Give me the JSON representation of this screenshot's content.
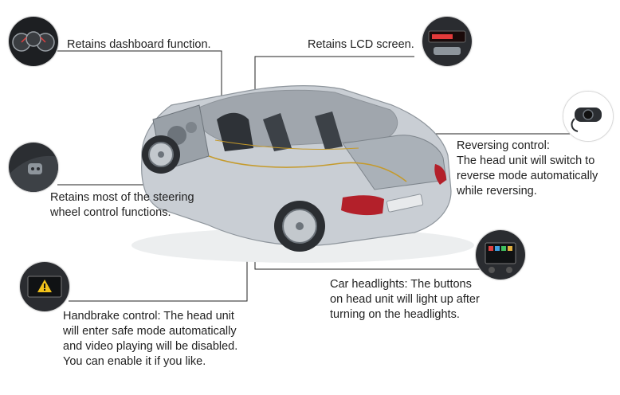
{
  "annotations": {
    "dashboard": {
      "text": "Retains dashboard function.",
      "icon": "dashboard-gauges-icon"
    },
    "lcd": {
      "text": "Retains LCD screen.",
      "icon": "lcd-screen-icon"
    },
    "reversing": {
      "text": "Reversing control:\nThe head unit will switch to\nreverse mode automatically\nwhile reversing.",
      "icon": "reversing-camera-icon"
    },
    "steering": {
      "text": "Retains most of the steering\nwheel control functions.",
      "icon": "steering-wheel-buttons-icon"
    },
    "headlights": {
      "text": "Car headlights: The buttons\non head unit will light up after\nturning on the headlights.",
      "icon": "head-unit-icon"
    },
    "handbrake": {
      "text": "Handbrake control: The head unit\nwill enter safe mode automatically\nand video playing will be disabled.\nYou can enable it if you like.",
      "icon": "warning-screen-icon"
    }
  },
  "colors": {
    "line": "#222222",
    "car_body": "#c9ced4",
    "tail_light": "#b3202a"
  }
}
